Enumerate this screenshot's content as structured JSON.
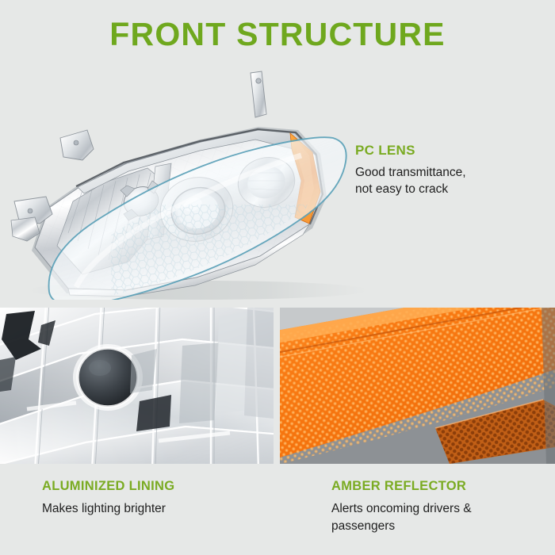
{
  "page": {
    "background_color": "#e6e8e7",
    "title": "FRONT STRUCTURE",
    "title_color": "#6fa81e"
  },
  "hero": {
    "product_name": "headlight-assembly",
    "amber_color": "#ef7a14",
    "chrome_color": "#d8dadc",
    "lens_outline_color": "#5fa3ba",
    "lens_fill_color": "#f4f8fa"
  },
  "callouts": [
    {
      "id": "pc-lens",
      "title": "PC LENS",
      "body": "Good transmittance,\nnot easy to crack",
      "body_line1": "Good transmittance,",
      "body_line2": "not easy to crack",
      "accent_color": "#7aab22"
    }
  ],
  "photos": [
    {
      "id": "aluminized-lining",
      "alt": "chrome-faceted-reflector-closeup",
      "base_color": "#e9ebec"
    },
    {
      "id": "amber-reflector",
      "alt": "orange-textured-reflector-closeup",
      "base_color": "#f47a16"
    }
  ],
  "captions": [
    {
      "id": "aluminized-lining",
      "title": "ALUMINIZED LINING",
      "body_line1": "Makes lighting brighter",
      "body_line2": "",
      "accent_color": "#7aab22"
    },
    {
      "id": "amber-reflector",
      "title": "AMBER REFLECTOR",
      "body_line1": "Alerts oncoming drivers &",
      "body_line2": "passengers",
      "accent_color": "#7aab22"
    }
  ]
}
